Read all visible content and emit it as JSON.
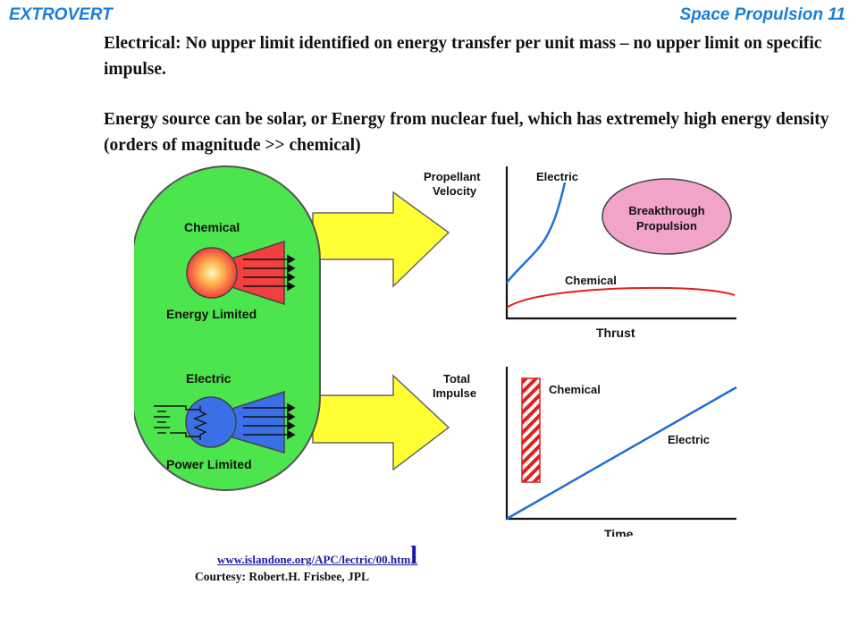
{
  "header": {
    "left": "EXTROVERT",
    "right": "Space Propulsion 11"
  },
  "body_text": {
    "p1": "Electrical: No upper limit identified on energy transfer per unit mass – no upper limit on specific impulse.",
    "p2": "Energy source can be solar, or Energy from nuclear fuel, which has extremely high energy density (orders of magnitude >> chemical)"
  },
  "diagram": {
    "chemical_title": "Chemical",
    "chemical_caption": "Energy Limited",
    "electric_title": "Electric",
    "electric_caption": "Power Limited",
    "top_chart": {
      "ylabel_line1": "Propellant",
      "ylabel_line2": "Velocity",
      "xlabel": "Thrust",
      "electric_label": "Electric",
      "chemical_label": "Chemical",
      "bubble_line1": "Breakthrough",
      "bubble_line2": "Propulsion"
    },
    "bottom_chart": {
      "ylabel_line1": "Total",
      "ylabel_line2": "Impulse",
      "xlabel": "Time",
      "chemical_label": "Chemical",
      "electric_label": "Electric"
    },
    "colors": {
      "capsule": "#4de54d",
      "arrow": "#ffff33",
      "chemical": "#f04040",
      "electric": "#3a6fe6",
      "bubble": "#f2a3c8",
      "electric_line": "#1f6fd6",
      "chemical_line": "#e02020"
    }
  },
  "link": {
    "text": "www.islandone.org/APC/lectric/00.htm",
    "tail": "l"
  },
  "credit": "Courtesy: Robert.H. Frisbee, JPL"
}
